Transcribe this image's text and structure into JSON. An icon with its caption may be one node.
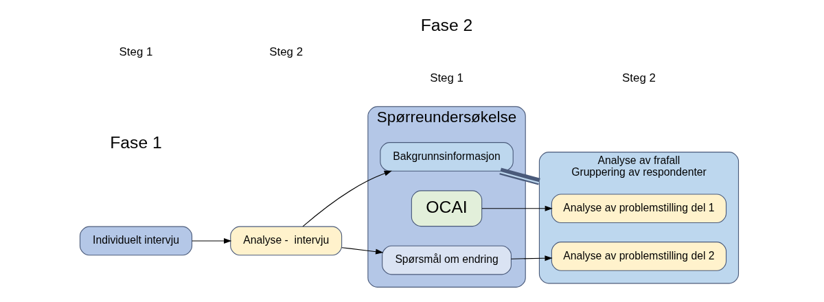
{
  "diagram": {
    "nodes": [
      {
        "text": [
          "Individuelt intervju"
        ]
      },
      {
        "text": [
          "Analyse -  intervju"
        ]
      },
      {
        "text": [
          "Spørreundersøkelse"
        ]
      },
      {
        "text": [
          "Bakgrunnsinformasjon"
        ],
        "in": 2
      },
      {
        "text": [
          "OCAI"
        ],
        "in": 2
      },
      {
        "text": [
          "Spørsmål om endring"
        ],
        "in": 2
      },
      {
        "text": [
          "Analyse av frafall",
          "Gruppering av respondenter"
        ]
      },
      {
        "text": [
          "Analyse av problemstilling del 1"
        ],
        "in": 6
      },
      {
        "text": [
          "Analyse av problemstilling del 2"
        ],
        "in": 6
      }
    ],
    "edges": [
      {
        "from": 0,
        "to": 1,
        "arrow": "to"
      },
      {
        "from": 1,
        "to": 3,
        "arrow": "to"
      },
      {
        "from": 1,
        "to": 5,
        "arrow": "to"
      },
      {
        "from": 3,
        "to": 6,
        "arrow": "none",
        "style": "thick",
        "color": "#4a5a7a"
      },
      {
        "from": 4,
        "to": 7,
        "arrow": "to"
      },
      {
        "from": 5,
        "to": 8,
        "arrow": "to"
      }
    ],
    "labels": [
      "Fase 1",
      "Fase 2",
      "Steg 1",
      "Steg 2",
      "Steg 1",
      "Steg 2"
    ]
  }
}
